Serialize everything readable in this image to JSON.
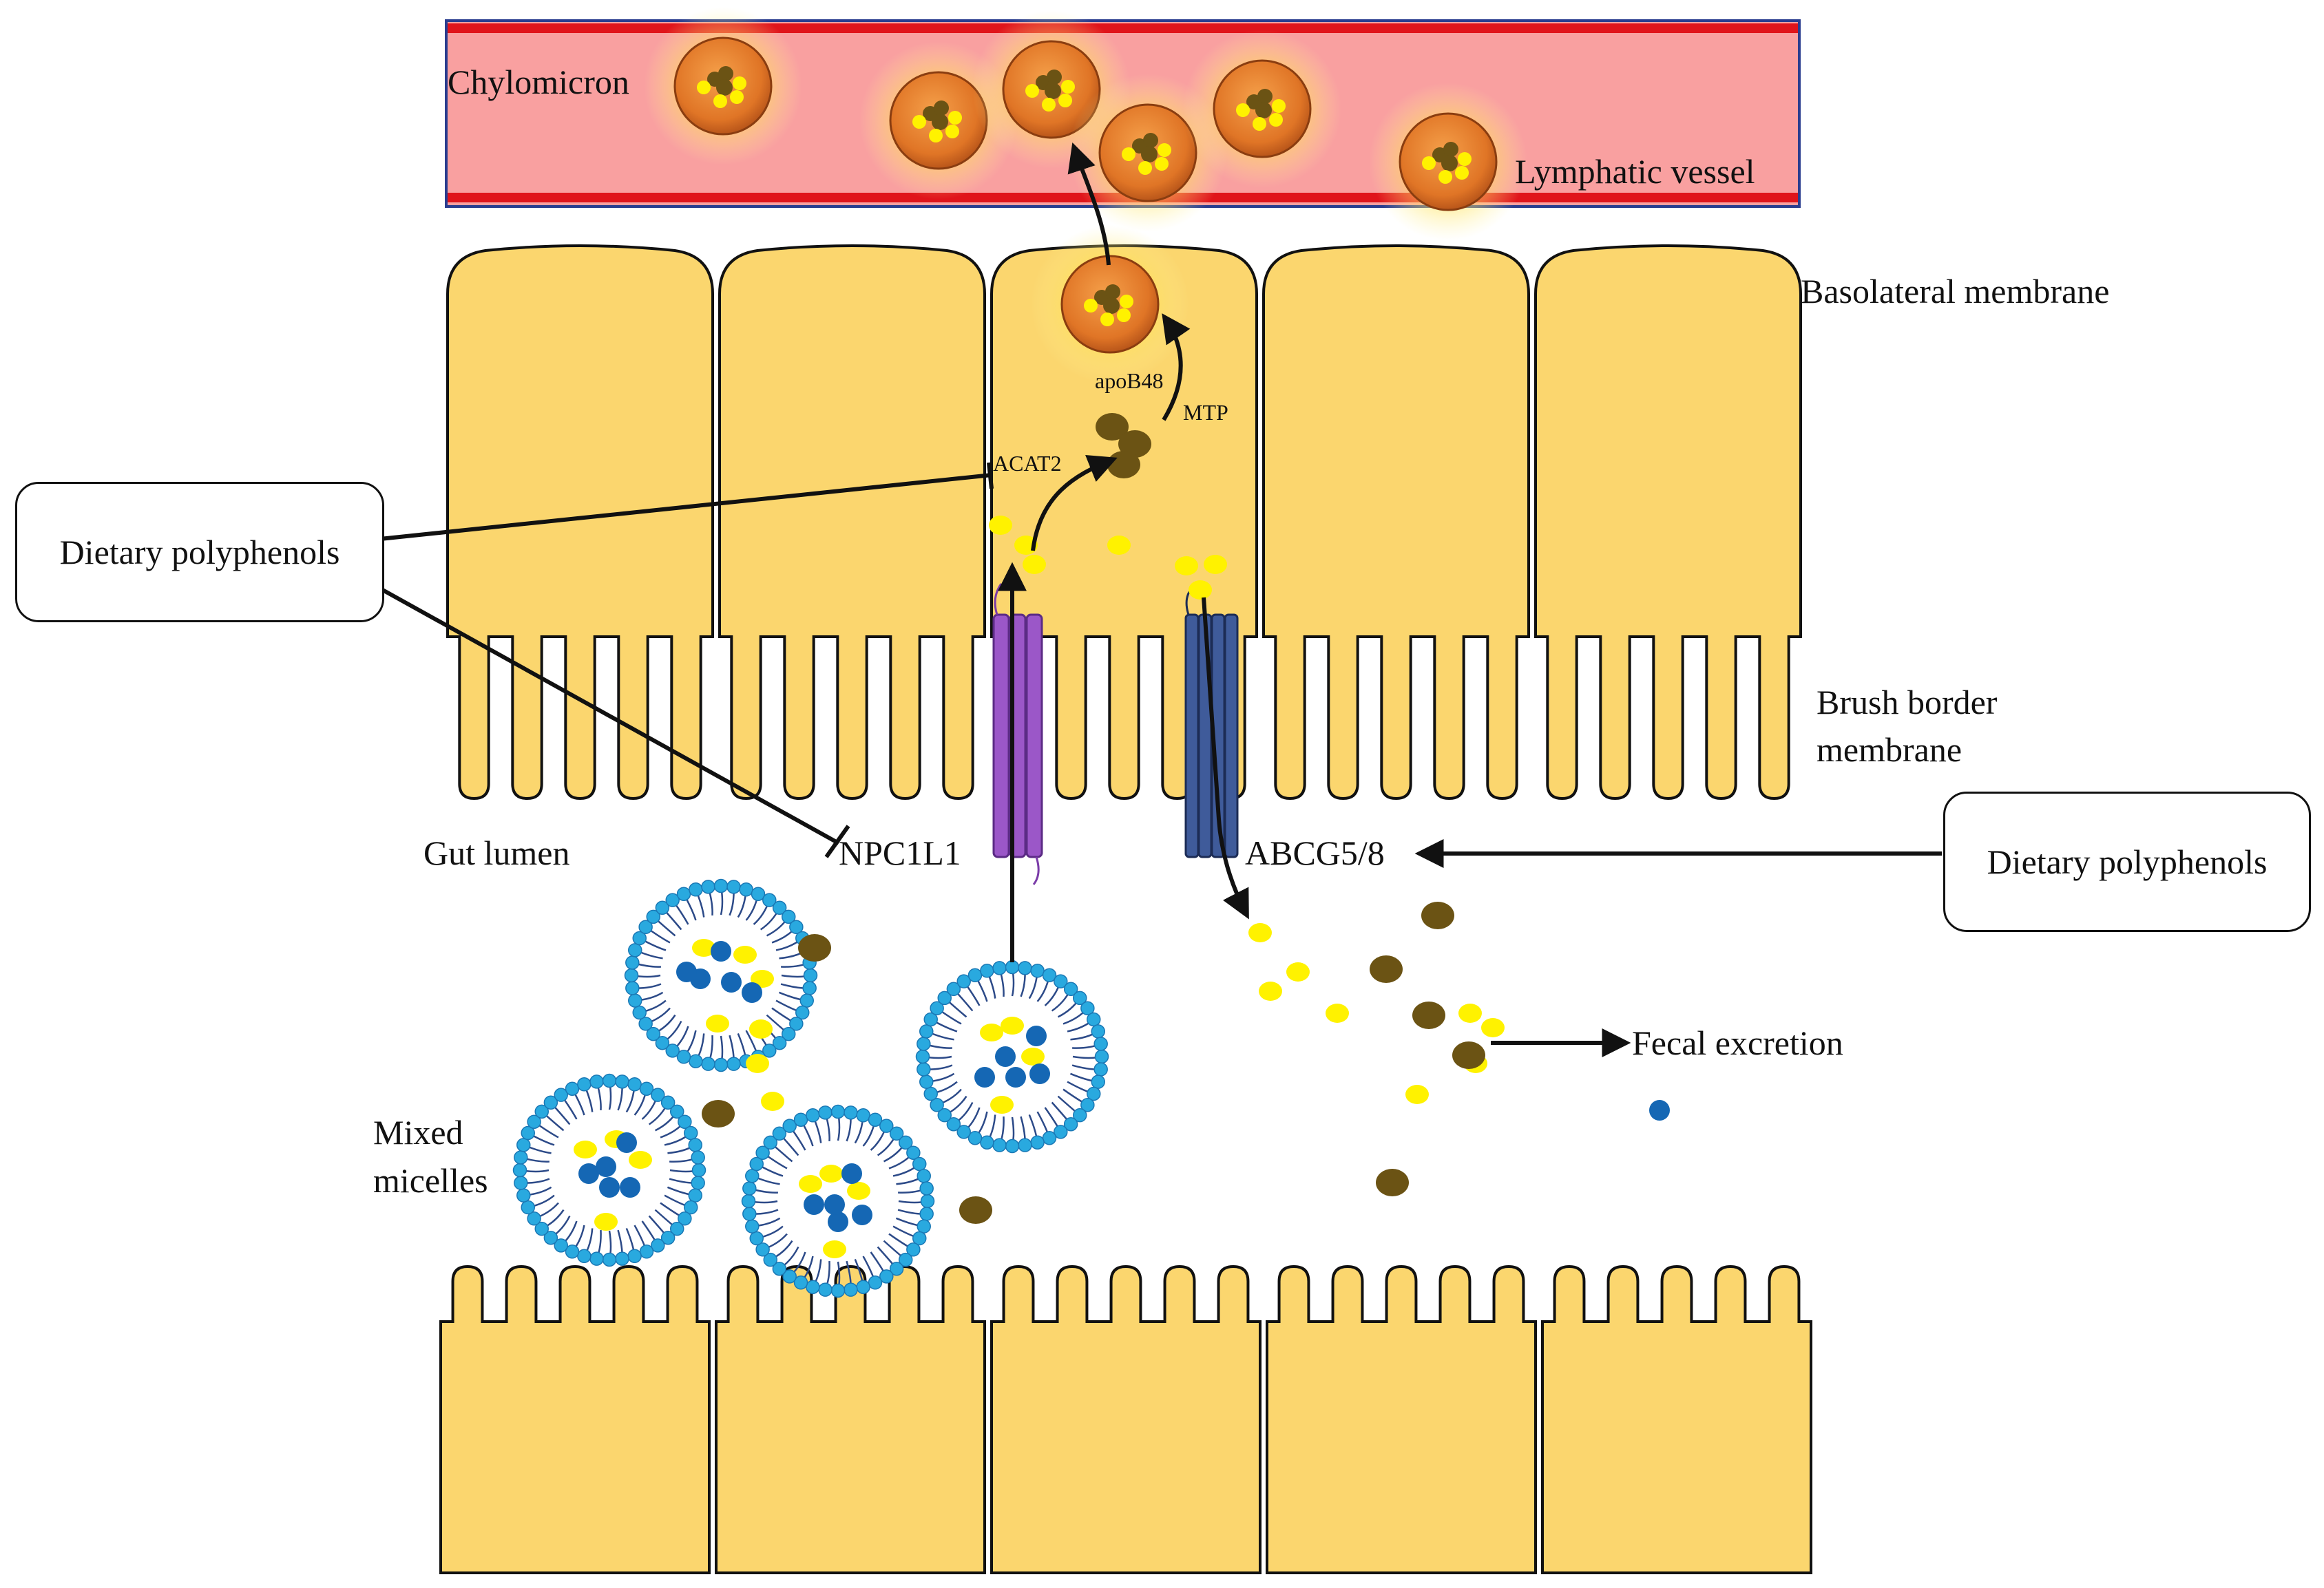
{
  "labels": {
    "chylomicron": "Chylomicron",
    "lymphatic_vessel": "Lymphatic vessel",
    "basolateral_membrane": "Basolateral membrane",
    "apob48": "apoB48",
    "mtp": "MTP",
    "acat2": "ACAT2",
    "brush_border_line1": "Brush border",
    "brush_border_line2": "membrane",
    "gut_lumen": "Gut lumen",
    "npc1l1": "NPC1L1",
    "abcg58": "ABCG5/8",
    "fecal_excretion": "Fecal excretion",
    "mixed_micelles_line1": "Mixed",
    "mixed_micelles_line2": "micelles"
  },
  "boxes": {
    "left": "Dietary polyphenols",
    "right": "Dietary polyphenols"
  },
  "colors": {
    "cell": "#fbd66e",
    "lymph": "#f9a0a0",
    "vessel_border": "#e0141b",
    "chylomicron": "#e7802e",
    "cholesterol": "#fff200",
    "cholesteryl_ester": "#6b5314",
    "micelle_head": "#29a9df",
    "micelle_core": "#1567b4",
    "npc1l1": "#9b57c8",
    "abcg58": "#3f5b9a"
  }
}
